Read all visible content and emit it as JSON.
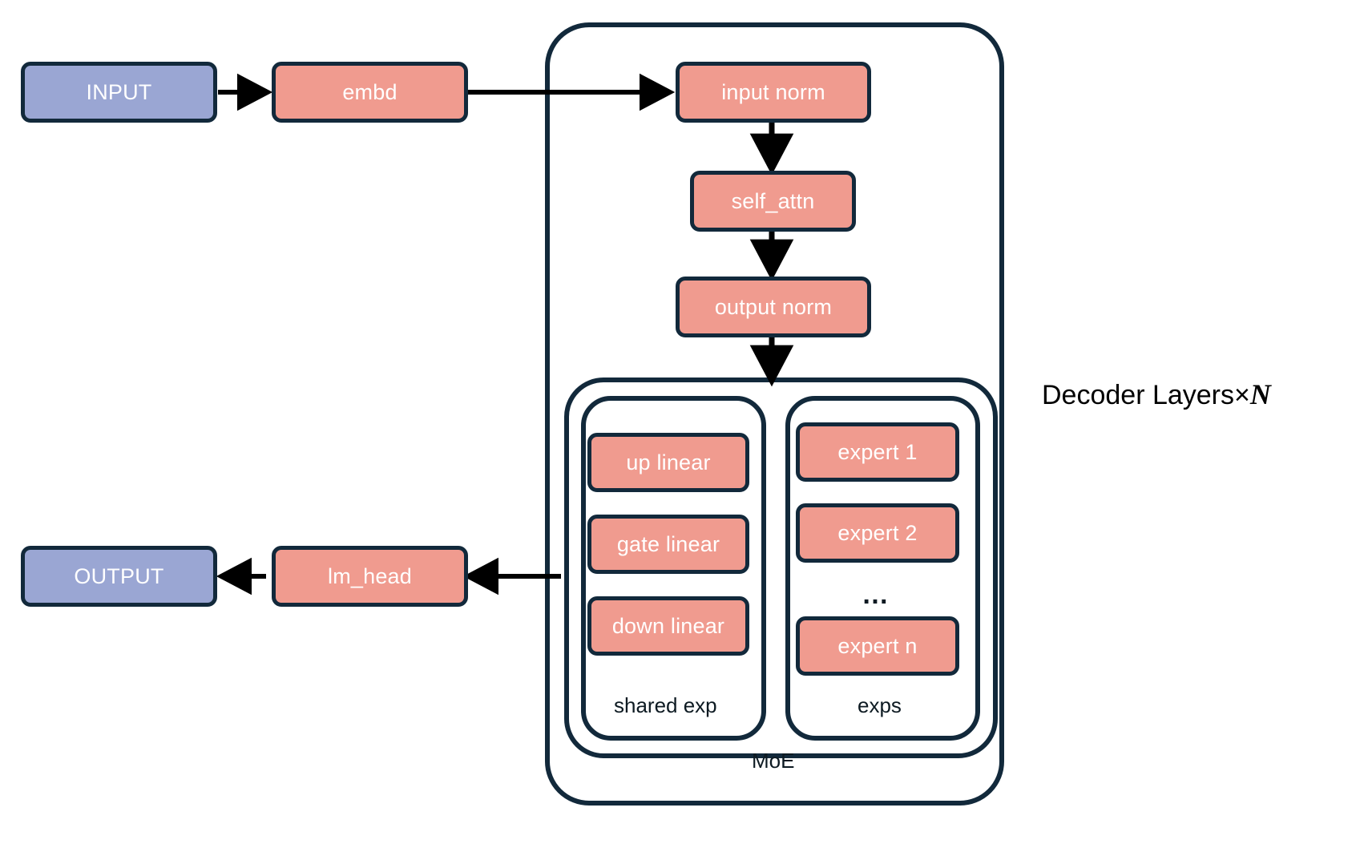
{
  "diagram": {
    "title_caption": "Decoder Layers×",
    "caption_variable": "N",
    "colors": {
      "border": "#12293b",
      "node_red": "#f09b8f",
      "node_blue": "#9aa6d3",
      "text_on_node": "#ffffff",
      "label_text": "#0d1a22",
      "background": "#ffffff"
    },
    "nodes": {
      "input": "INPUT",
      "embd": "embd",
      "input_norm": "input norm",
      "self_attn": "self_attn",
      "output_norm": "output norm",
      "up_linear": "up linear",
      "gate_linear": "gate linear",
      "down_linear": "down linear",
      "expert_1": "expert 1",
      "expert_2": "expert 2",
      "expert_ellipsis": "…",
      "expert_n": "expert n",
      "lm_head": "lm_head",
      "output": "OUTPUT"
    },
    "group_labels": {
      "shared_exp": "shared exp",
      "exps": "exps",
      "moe": "MoE"
    }
  }
}
